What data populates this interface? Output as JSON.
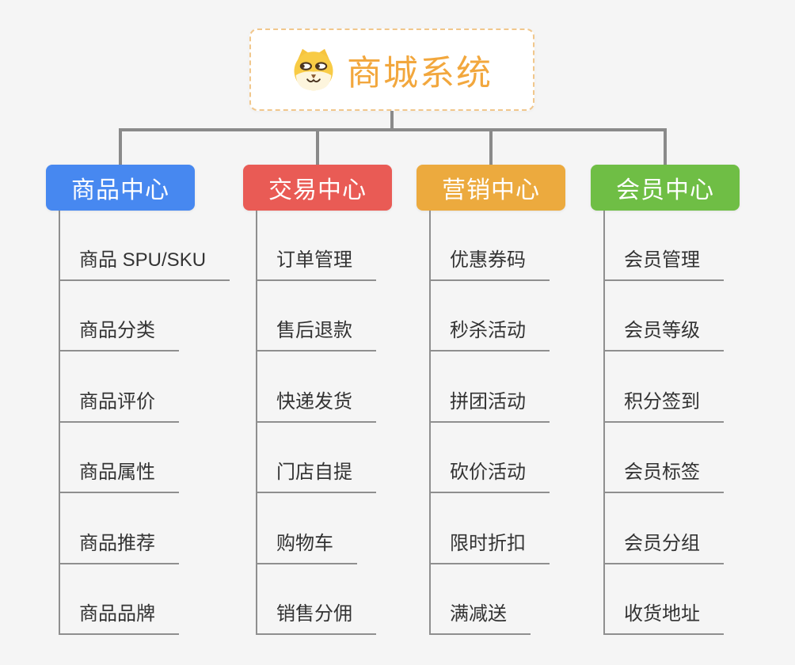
{
  "root": {
    "label": "商城系统",
    "icon": "shiba-dog-icon"
  },
  "colors": {
    "background": "#f5f5f5",
    "connector": "#8a8a8a",
    "leaf_line": "#8f8f8f",
    "root_text": "#f2a73d",
    "root_border": "#f1c78c"
  },
  "branches": [
    {
      "label": "商品中心",
      "color": "#4788f0",
      "items": [
        "商品 SPU/SKU",
        "商品分类",
        "商品评价",
        "商品属性",
        "商品推荐",
        "商品品牌"
      ]
    },
    {
      "label": "交易中心",
      "color": "#e95b55",
      "items": [
        "订单管理",
        "售后退款",
        "快递发货",
        "门店自提",
        "购物车",
        "销售分佣"
      ]
    },
    {
      "label": "营销中心",
      "color": "#ecaa3e",
      "items": [
        "优惠券码",
        "秒杀活动",
        "拼团活动",
        "砍价活动",
        "限时折扣",
        "满减送"
      ]
    },
    {
      "label": "会员中心",
      "color": "#6fbe45",
      "items": [
        "会员管理",
        "会员等级",
        "积分签到",
        "会员标签",
        "会员分组",
        "收货地址"
      ]
    }
  ]
}
